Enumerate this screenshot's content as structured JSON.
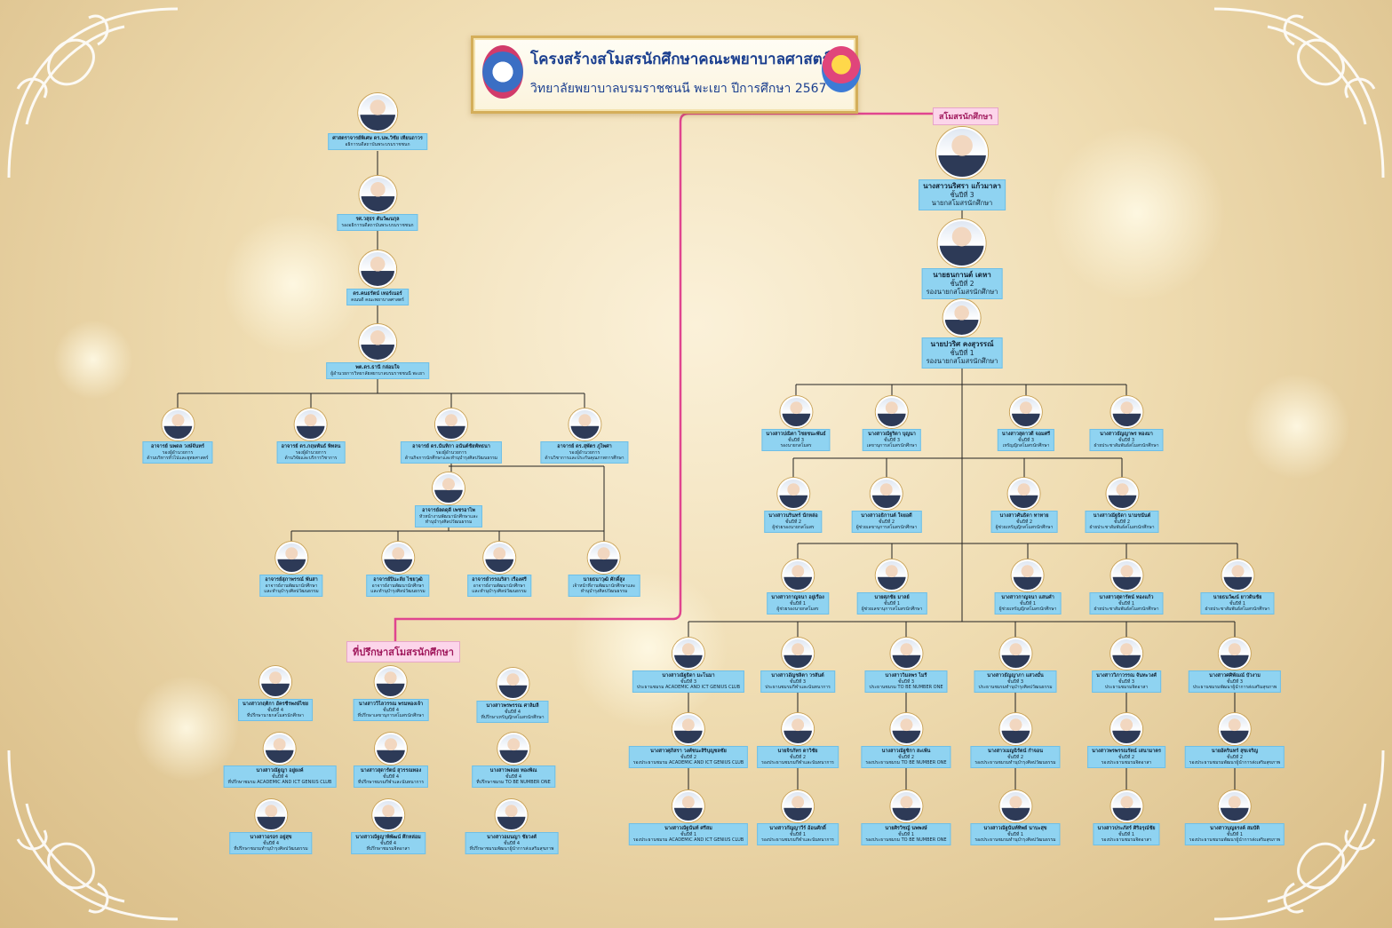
{
  "header": {
    "title": "โครงสร้างสโมสรนักศึกษาคณะพยาบาลศาสตร์",
    "subtitle": "วิทยาลัยพยาบาลบรมราชชนนี พะเยา  ปีการศึกษา 2567"
  },
  "tags": {
    "student_club": "สโมสรนักศึกษา",
    "advisors": "ที่ปรึกษาสโมสรนักศึกษา"
  },
  "admin_chain": [
    {
      "name": "ศาสตราจารย์พิเศษ ดร.นพ.วิชัย เทียนถาวร",
      "role": "อธิการบดีสถาบันพระบรมราชชนก"
    },
    {
      "name": "รศ.วสุธร ตันวัฒนกุล",
      "role": "รองอธิการบดีสถาบันพระบรมราชชนก"
    },
    {
      "name": "ดร.คนธรัตน์ เทอร์เนอร์",
      "role": "คณบดี คณะพยาบาลศาสตร์"
    },
    {
      "name": "พต.ดร.ธานี กล่อมใจ",
      "role": "ผู้อำนวยการวิทยาลัยพยาบาลบรมราชชนนี พะเยา"
    }
  ],
  "deputies": [
    {
      "name": "อาจารย์ นพดล วงษ์จันทร์",
      "role": "รองผู้อำนวยการ",
      "role2": "ด้านบริหารทั่วไปและยุทธศาสตร์"
    },
    {
      "name": "อาจารย์ ดร.กฤษพันธ์ พิทลน",
      "role": "รองผู้อำนวยการ",
      "role2": "ด้านวิจัยและบริการวิชาการ"
    },
    {
      "name": "อาจารย์ ดร.นันทิกา อนันต์ชัยพัทธนา",
      "role": "รองผู้อำนวยการ",
      "role2": "ด้านกิจการนักศึกษาและทำนุบำรุงศิลปวัฒนธรรม"
    },
    {
      "name": "อาจารย์ ดร.สุพัตร ภูไพศา",
      "role": "รองผู้อำนวยการ",
      "role2": "ด้านวิชาการและประกันคุณภาพการศึกษา"
    }
  ],
  "section_head": {
    "name": "อาจารย์ลดดุดี เพชรอาไพ",
    "role": "หัวหน้างานพัฒนานักศึกษาและ",
    "role2": "ทำนุบำรุงศิลปวัฒนธรรม"
  },
  "section_staff": [
    {
      "name": "อาจารย์สุภาพรรณ์ พันสา",
      "role": "อาจารย์งานพัฒนานักศึกษา",
      "role2": "และทำนุบำรุงศิลปวัฒนธรรม"
    },
    {
      "name": "อาจารย์ปินะลัย ไชยวุฒิ",
      "role": "อาจารย์งานพัฒนานักศึกษา",
      "role2": "และทำนุบำรุงศิลปวัฒนธรรม"
    },
    {
      "name": "อาจารย์วรรณริสา เรืองศรี",
      "role": "อาจารย์งานพัฒนานักศึกษา",
      "role2": "และทำนุบำรุงศิลปวัฒนธรรม"
    },
    {
      "name": "นายธนาวุฒิ ศักดิ์สูง",
      "role": "เจ้าหน้าที่งานพัฒนานักศึกษาและ",
      "role2": "ทำนุบำรุงศิลปวัฒนธรรม"
    }
  ],
  "club_leaders": [
    {
      "name": "นางสาวนริศรา แก้วมาลา",
      "year": "ชั้นปีที่ 3",
      "role": "นายกสโมสรนักศึกษา"
    },
    {
      "name": "นายธนกานต์ เดหา",
      "year": "ชั้นปีที่ 2",
      "role": "รองนายกสโมสรนักศึกษา"
    },
    {
      "name": "นายปวริศ คงสุวรรณ์",
      "year": "ชั้นปีที่ 1",
      "role": "รองนายกสโมสรนักศึกษา"
    }
  ],
  "club_row1": [
    {
      "name": "นางสาวปณิตา ไชยชนะพันธ์",
      "year": "ชั้นปีที่ 3",
      "role": "รองนายกสโมสร"
    },
    {
      "name": "นางสาวณัฐริดา บุญนา",
      "year": "ชั้นปีที่ 3",
      "role": "เลขานุการสโมสรนักศึกษา"
    },
    {
      "name": "นางสาวสุดาวดี จอมศรี",
      "year": "ชั้นปีที่ 3",
      "role": "เหรัญญิกสโมสรนักศึกษา"
    },
    {
      "name": "นางสาวธัญญาพร ทองมา",
      "year": "ชั้นปีที่ 3",
      "role": "ฝ่ายประชาสัมพันธ์สโมสรนักศึกษา"
    }
  ],
  "club_row2": [
    {
      "name": "นางสาวนรินทร์ นักหล่อ",
      "year": "ชั้นปีที่ 2",
      "role": "ผู้ช่วยรองนายกสโมสร"
    },
    {
      "name": "นางสาวอธิกานต์ ใจยอดี",
      "year": "ชั้นปีที่ 2",
      "role": "ผู้ช่วยเลขานุการสโมสรนักศึกษา"
    },
    {
      "name": "นางสาวศันธิดา ทาทาย",
      "year": "ชั้นปีที่ 2",
      "role": "ผู้ช่วยเหรัญญิกสโมสรนักศึกษา"
    },
    {
      "name": "นางสาวณัฐธิดา นามขนันต์",
      "year": "ชั้นปีที่ 2",
      "role": "ฝ่ายประชาสัมพันธ์สโมสรนักศึกษา"
    }
  ],
  "club_row3": [
    {
      "name": "นางสาวกาญจนา อยู่เรือง",
      "year": "ชั้นปีที่ 1",
      "role": "ผู้ช่วยรองนายกสโมสร"
    },
    {
      "name": "นายศุภชัย มาลย์",
      "year": "ชั้นปีที่ 1",
      "role": "ผู้ช่วยเลขานุการสโมสรนักศึกษา"
    },
    {
      "name": "นางสาวกาญจนา แสนคำ",
      "year": "ชั้นปีที่ 1",
      "role": "ผู้ช่วยเหรัญญิกสโมสรนักศึกษา"
    },
    {
      "name": "นางสาวสุดารัตน์ ทองแก้ว",
      "year": "ชั้นปีที่ 1",
      "role": "ฝ่ายประชาสัมพันธ์สโมสรนักศึกษา"
    },
    {
      "name": "นายธนวัฒน์ ยาวดินชัย",
      "year": "ชั้นปีที่ 1",
      "role": "ฝ่ายประชาสัมพันธ์สโมสรนักศึกษา"
    }
  ],
  "committees": [
    [
      {
        "name": "นางสาวณัฐธิดา มะโนมา",
        "year": "ชั้นปีที่ 3",
        "role": "ประธานชมรม ACADEMIC AND ICT GENIUS CLUB"
      },
      {
        "name": "นางสาวศุภิสรา วงศ์ชนะสิริบุญชลชัย",
        "year": "ชั้นปีที่ 2",
        "role": "รองประธานชมรม ACADEMIC AND ICT GENIUS CLUB"
      },
      {
        "name": "นางสาวณัฐนันท์ ศรีสม",
        "year": "ชั้นปีที่ 1",
        "role": "รองประธานชมรม ACADEMIC AND ICT GENIUS CLUB"
      }
    ],
    [
      {
        "name": "นางสาวอัญชลิตา วรสันต์",
        "year": "ชั้นปีที่ 3",
        "role": "ประธานชมรมกีฬาและนันทนาการ"
      },
      {
        "name": "นายจิรภัทร ดาวิชัย",
        "year": "ชั้นปีที่ 2",
        "role": "รองประธานชมรมกีฬาและนันทนาการ"
      },
      {
        "name": "นางสาวกัญญาวีร์ อ้อนศักดิ์",
        "year": "ชั้นปีที่ 1",
        "role": "รองประธานชมรมกีฬาและนันทนาการ"
      }
    ],
    [
      {
        "name": "นางสาววิมลพร ไมรี",
        "year": "ชั้นปีที่ 3",
        "role": "ประธานชมรม TO BE NUMBER ONE"
      },
      {
        "name": "นางสาวณัฐชิกา สะเพ้น",
        "year": "ชั้นปีที่ 2",
        "role": "รองประธานชมรม TO BE NUMBER ONE"
      },
      {
        "name": "นายศิรวิชญ์ นพพงษ์",
        "year": "ชั้นปีที่ 1",
        "role": "รองประธานชมรม TO BE NUMBER ONE"
      }
    ],
    [
      {
        "name": "นางสาวธัญญาภา แสวงมั่น",
        "year": "ชั้นปีที่ 3",
        "role": "ประธานชมรมทำนุบำรุงศิลปวัฒนธรรม"
      },
      {
        "name": "นางสาวเมญฉิรัตน์ กำจอน",
        "year": "ชั้นปีที่ 2",
        "role": "รองประธานชมรมทำนุบำรุงศิลปวัฒนธรรม"
      },
      {
        "name": "นางสาวณัฐนันท์ทิพย์ นาบะสุข",
        "year": "ชั้นปีที่ 1",
        "role": "รองประธานชมรมทำนุบำรุงศิลปวัฒนธรรม"
      }
    ],
    [
      {
        "name": "นางสาววิภาวรรณ จันทะวงศ์",
        "year": "ชั้นปีที่ 3",
        "role": "ประธานชมรมจิตอาสา"
      },
      {
        "name": "นางสาวพรพรรณรัตน์ เสนามาตร",
        "year": "ชั้นปีที่ 2",
        "role": "รองประธานชมรมจิตอาสา"
      },
      {
        "name": "นางสาวประภัสร์ ศิริอรุณ์ชัย",
        "year": "ชั้นปีที่ 1",
        "role": "รองประธานชมรมจิตอาสา"
      }
    ],
    [
      {
        "name": "นางสาวศศิพัณณ์ บัวงาม",
        "year": "ชั้นปีที่ 3",
        "role": "ประธานชมรมพัฒนาผู้นำการส่งเสริมสุขภาพ"
      },
      {
        "name": "นายอัครินทร์ สุขเจริญ",
        "year": "ชั้นปีที่ 2",
        "role": "รองประธานชมรมพัฒนาผู้นำการส่งเสริมสุขภาพ"
      },
      {
        "name": "นางสาวบุญยรงค์ สมบัติ",
        "year": "ชั้นปีที่ 1",
        "role": "รองประธานชมรมพัฒนาผู้นำการส่งเสริมสุขภาพ"
      }
    ]
  ],
  "advisors": [
    [
      {
        "name": "นางสาวกฤติกา อัครชีรพงษ์ไชย",
        "year": "ชั้นปีที่ 4",
        "role": "ที่ปรึกษานายกสโมสรนักศึกษา"
      },
      {
        "name": "นางสาวณัฐญา อยู่ยงค์",
        "year": "ชั้นปีที่ 4",
        "role": "ที่ปรึกษาชมรม ACADEMIC AND ICT GENIUS CLUB"
      },
      {
        "name": "นางสาวอรอร อยู่สุข",
        "year": "ชั้นปีที่ 4",
        "role": "ที่ปรึกษาชมรมทำนุบำรุงศิลปวัฒนธรรม"
      }
    ],
    [
      {
        "name": "นางสาววิไลวรรณ พรมทองเจ้า",
        "year": "ชั้นปีที่ 4",
        "role": "ที่ปรึกษาเลขานุการสโมสรนักศึกษา"
      },
      {
        "name": "นางสาวสุดารัตน์ สุวรรณทอง",
        "year": "ชั้นปีที่ 4",
        "role": "ที่ปรึกษาชมรมกีฬาและนันทนาการ"
      },
      {
        "name": "นางสาวณัฐญาพิพัฒน์ ศึกหล่อม",
        "year": "ชั้นปีที่ 4",
        "role": "ที่ปรึกษาชมรมจิตอาสา"
      }
    ],
    [
      {
        "name": "นางสาวพรพรรณ ศาลิมลี",
        "year": "ชั้นปีที่ 4",
        "role": "ที่ปรึกษาเหรัญญิกสโมสรนักศึกษา"
      },
      {
        "name": "นางสาวพลอย ทองพิณ",
        "year": "ชั้นปีที่ 4",
        "role": "ที่ปรึกษาชมรม TO BE NUMBER ONE"
      },
      {
        "name": "นางสาวอมนญา ชัยวงศ์",
        "year": "ชั้นปีที่ 4",
        "role": "ที่ปรึกษาชมรมพัฒนาผู้นำการส่งเสริมสุขภาพ"
      }
    ]
  ]
}
